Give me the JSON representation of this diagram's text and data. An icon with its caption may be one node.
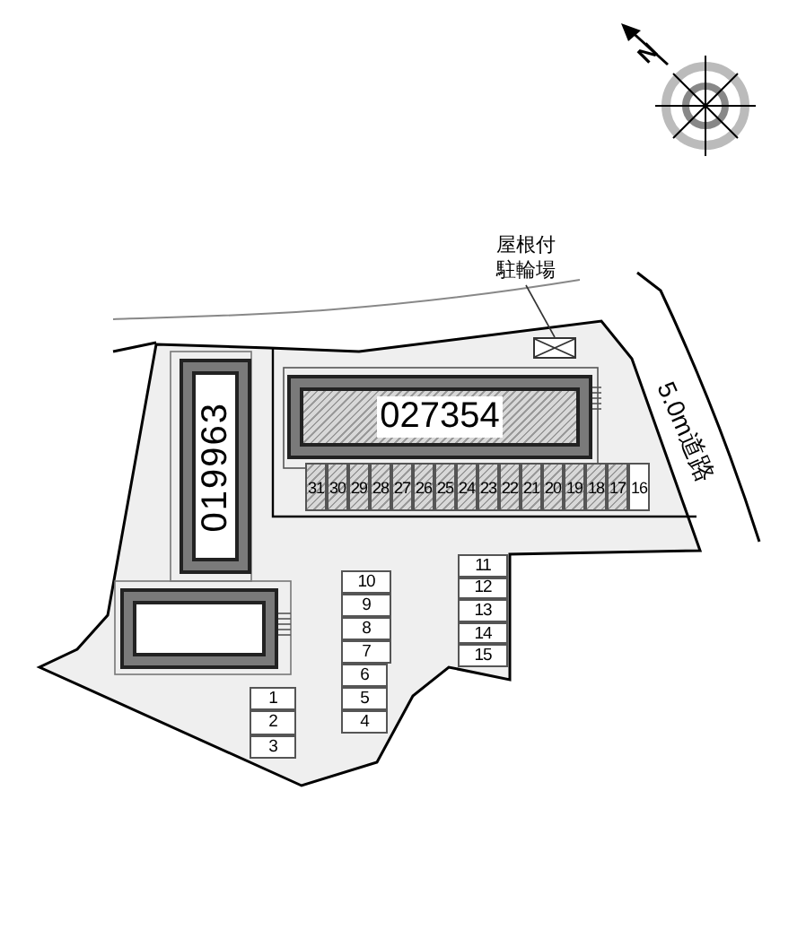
{
  "diagram": {
    "nodes": [
      {
        "text": [
          "屋根付駐輪場"
        ]
      },
      {
        "text": [],
        "shape": "box"
      },
      {
        "text": [
          "027354"
        ]
      },
      {
        "text": [
          "019963"
        ]
      },
      {
        "text": [],
        "shape": "box"
      },
      {
        "text": [
          "31"
        ]
      },
      {
        "text": [
          "30"
        ]
      },
      {
        "text": [
          "29"
        ]
      },
      {
        "text": [
          "28"
        ]
      },
      {
        "text": [
          "27"
        ]
      },
      {
        "text": [
          "26"
        ]
      },
      {
        "text": [
          "25"
        ]
      },
      {
        "text": [
          "24"
        ]
      },
      {
        "text": [
          "23"
        ]
      },
      {
        "text": [
          "22"
        ]
      },
      {
        "text": [
          "21"
        ]
      },
      {
        "text": [
          "20"
        ]
      },
      {
        "text": [
          "19"
        ]
      },
      {
        "text": [
          "18"
        ]
      },
      {
        "text": [
          "17"
        ]
      },
      {
        "text": [
          "16"
        ]
      },
      {
        "text": [
          "11"
        ]
      },
      {
        "text": [
          "12"
        ]
      },
      {
        "text": [
          "13"
        ]
      },
      {
        "text": [
          "14"
        ]
      },
      {
        "text": [
          "15"
        ]
      },
      {
        "text": [
          "10"
        ]
      },
      {
        "text": [
          "9"
        ]
      },
      {
        "text": [
          "8"
        ]
      },
      {
        "text": [
          "7"
        ]
      },
      {
        "text": [
          "6"
        ]
      },
      {
        "text": [
          "5"
        ]
      },
      {
        "text": [
          "4"
        ]
      },
      {
        "text": [
          "1"
        ]
      },
      {
        "text": [
          "2"
        ]
      },
      {
        "text": [
          "3"
        ]
      }
    ],
    "edges": [
      {
        "from": 0,
        "to": 1,
        "arrow": "none"
      }
    ],
    "labels": [
      "N",
      "5.0m道路"
    ]
  }
}
